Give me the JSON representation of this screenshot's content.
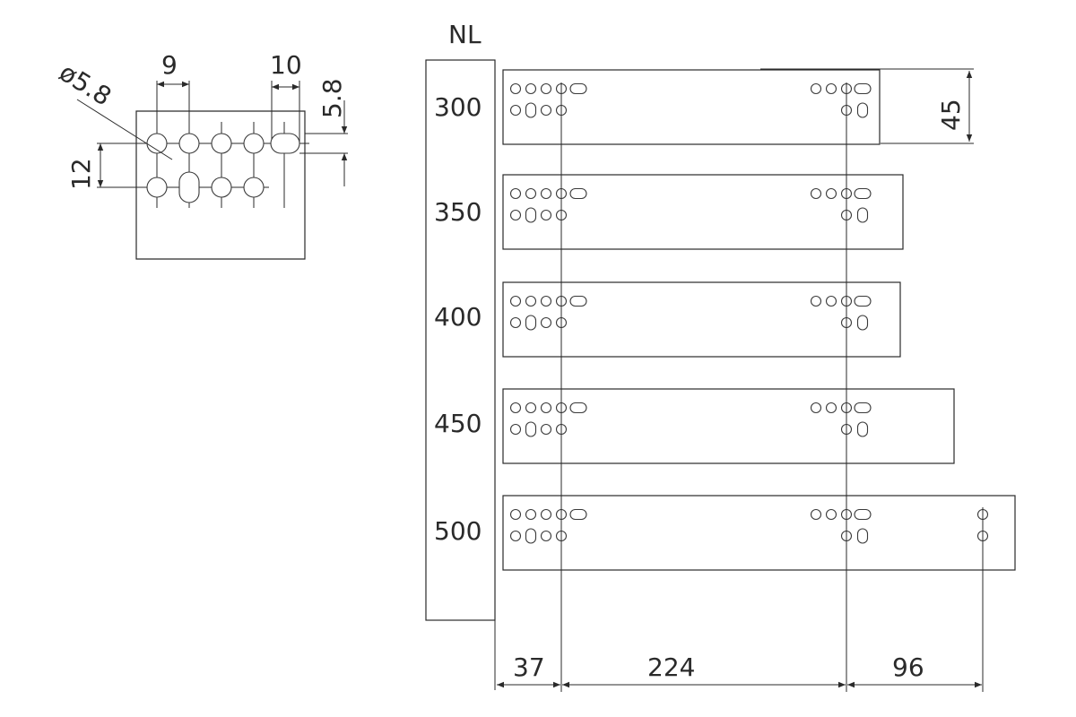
{
  "column_header": "NL",
  "rows": [
    {
      "label": "300"
    },
    {
      "label": "350"
    },
    {
      "label": "400"
    },
    {
      "label": "450"
    },
    {
      "label": "500"
    }
  ],
  "detail": {
    "diameter": "ø5.8",
    "pitch_a": "9",
    "pitch_b": "10",
    "offset": "5.8",
    "row_gap": "12"
  },
  "height_dim": "45",
  "bottom_dims": [
    "37",
    "224",
    "96"
  ]
}
